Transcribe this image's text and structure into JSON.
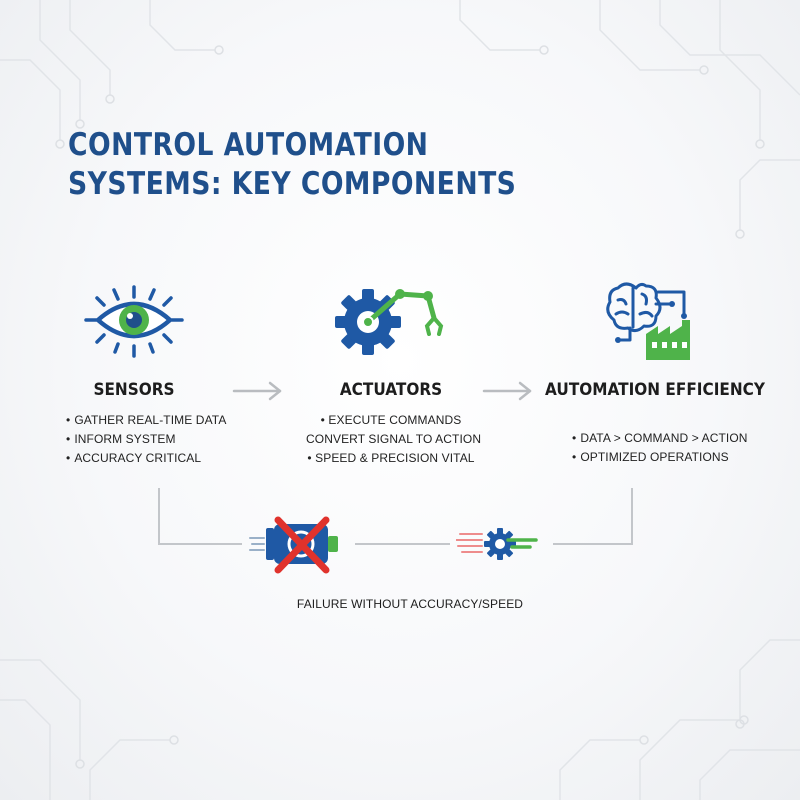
{
  "title": {
    "line1": "CONTROL AUTOMATION",
    "line2": "SYSTEMS: KEY COMPONENTS"
  },
  "colors": {
    "title_blue": "#1f4f8b",
    "icon_blue": "#1f59a5",
    "accent_green": "#4fb34a",
    "failure_red": "#e0322c",
    "connector_gray": "#c3c6ca"
  },
  "components": [
    {
      "heading": "SENSORS",
      "icon": "eye-icon",
      "bullets": [
        "GATHER REAL-TIME DATA",
        "INFORM SYSTEM",
        "ACCURACY CRITICAL"
      ]
    },
    {
      "heading": "ACTUATORS",
      "icon": "gear-robot-arm-icon",
      "bullets": [
        "• EXECUTE COMMANDS",
        "CONVERT SIGNAL TO ACTION",
        "• SPEED & PRECISION VITAL"
      ]
    },
    {
      "heading": "AUTOMATION EFFICIENCY",
      "icon": "brain-factory-icon",
      "bullets": [
        "DATA > COMMAND > ACTION",
        "OPTIMIZED OPERATIONS"
      ]
    }
  ],
  "failure": {
    "caption": "FAILURE WITHOUT ACCURACY/SPEED",
    "icons": [
      "crossed-out-motor-icon",
      "fast-gear-icon"
    ]
  }
}
